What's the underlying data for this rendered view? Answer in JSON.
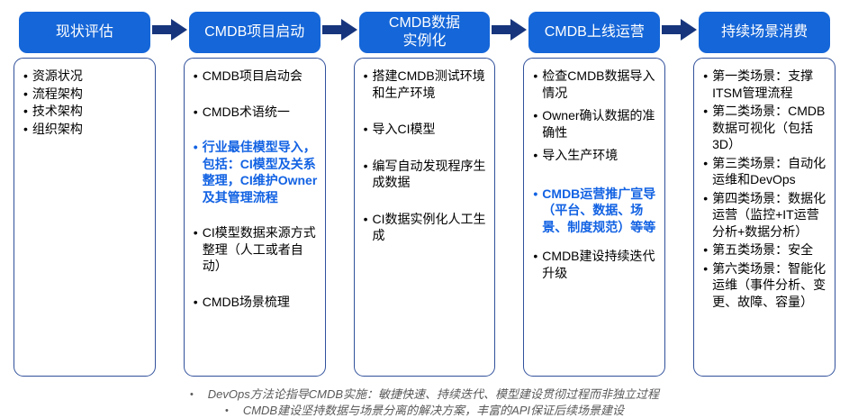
{
  "colors": {
    "header_bg": "#1566d8",
    "arrow": "#17357d",
    "box_border": "#31519c",
    "emphasis_text": "#1262e3"
  },
  "ui": {
    "bullet": "•"
  },
  "phases": [
    {
      "header": "现状评估",
      "items": [
        {
          "text": "资源状况"
        },
        {
          "text": "流程架构"
        },
        {
          "text": "技术架构"
        },
        {
          "text": "组织架构"
        }
      ]
    },
    {
      "header": "CMDB项目启动",
      "items": [
        {
          "text": "CMDB项目启动会"
        },
        {
          "text": "CMDB术语统一"
        },
        {
          "text": "行业最佳模型导入，包括：CI模型及关系整理，CI维护Owner及其管理流程",
          "em": true
        },
        {
          "text": "CI模型数据来源方式整理（人工或者自动）"
        },
        {
          "text": "CMDB场景梳理"
        }
      ]
    },
    {
      "header": "CMDB数据\n实例化",
      "items": [
        {
          "text": "搭建CMDB测试环境和生产环境"
        },
        {
          "text": "导入CI模型"
        },
        {
          "text": "编写自动发现程序生成数据"
        },
        {
          "text": "CI数据实例化人工生成"
        }
      ]
    },
    {
      "header": "CMDB上线运营",
      "items": [
        {
          "text": "检查CMDB数据导入情况"
        },
        {
          "text": "Owner确认数据的准确性"
        },
        {
          "text": "导入生产环境"
        },
        {
          "text": "CMDB运营推广宣导（平台、数据、场景、制度规范）等等",
          "em": true
        },
        {
          "text": "CMDB建设持续迭代升级"
        }
      ]
    },
    {
      "header": "持续场景消费",
      "items": [
        {
          "text": "第一类场景：支撑ITSM管理流程"
        },
        {
          "text": "第二类场景：CMDB数据可视化（包括3D）"
        },
        {
          "text": "第三类场景：自动化运维和DevOps"
        },
        {
          "text": "第四类场景：数据化运营（监控+IT运营分析+数据分析）"
        },
        {
          "text": "第五类场景：安全"
        },
        {
          "text": "第六类场景：智能化运维（事件分析、变更、故障、容量）"
        }
      ]
    }
  ],
  "footer": {
    "notes": [
      "DevOps方法论指导CMDB实施：敏捷快速、持续迭代、模型建设贯彻过程而非独立过程",
      "CMDB建设坚持数据与场景分离的解决方案，丰富的API保证后续场景建设"
    ]
  }
}
